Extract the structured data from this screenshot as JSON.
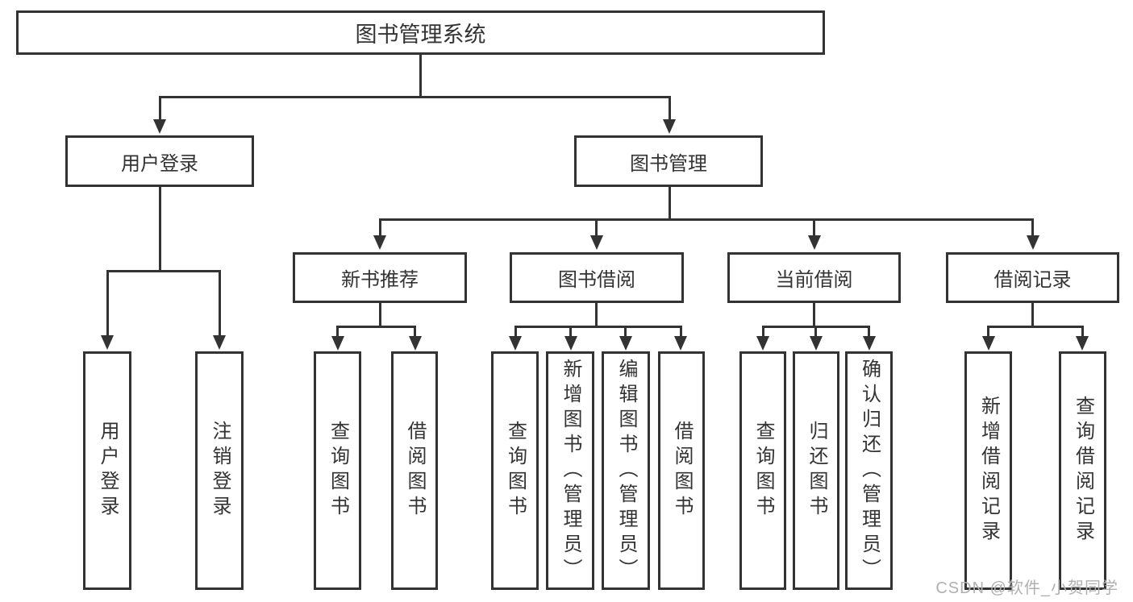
{
  "diagram": {
    "root": "图书管理系统",
    "branches": {
      "user": {
        "label": "用户登录",
        "children": [
          "用户登录",
          "注销登录"
        ]
      },
      "book": {
        "label": "图书管理",
        "sections": [
          {
            "label": "新书推荐",
            "children": [
              "查询图书",
              "借阅图书"
            ]
          },
          {
            "label": "图书借阅",
            "children": [
              "查询图书",
              "新增图书（管理员）",
              "编辑图书（管理员）",
              "借阅图书"
            ]
          },
          {
            "label": "当前借阅",
            "children": [
              "查询图书",
              "归还图书",
              "确认归还（管理员）"
            ]
          },
          {
            "label": "借阅记录",
            "children": [
              "新增借阅记录",
              "查询借阅记录"
            ]
          }
        ]
      }
    }
  },
  "watermark": "CSDN @软件_小贺同学",
  "colors": {
    "line": "#333333",
    "text": "#333333",
    "background": "#ffffff",
    "watermark": "#b0b0b0"
  }
}
